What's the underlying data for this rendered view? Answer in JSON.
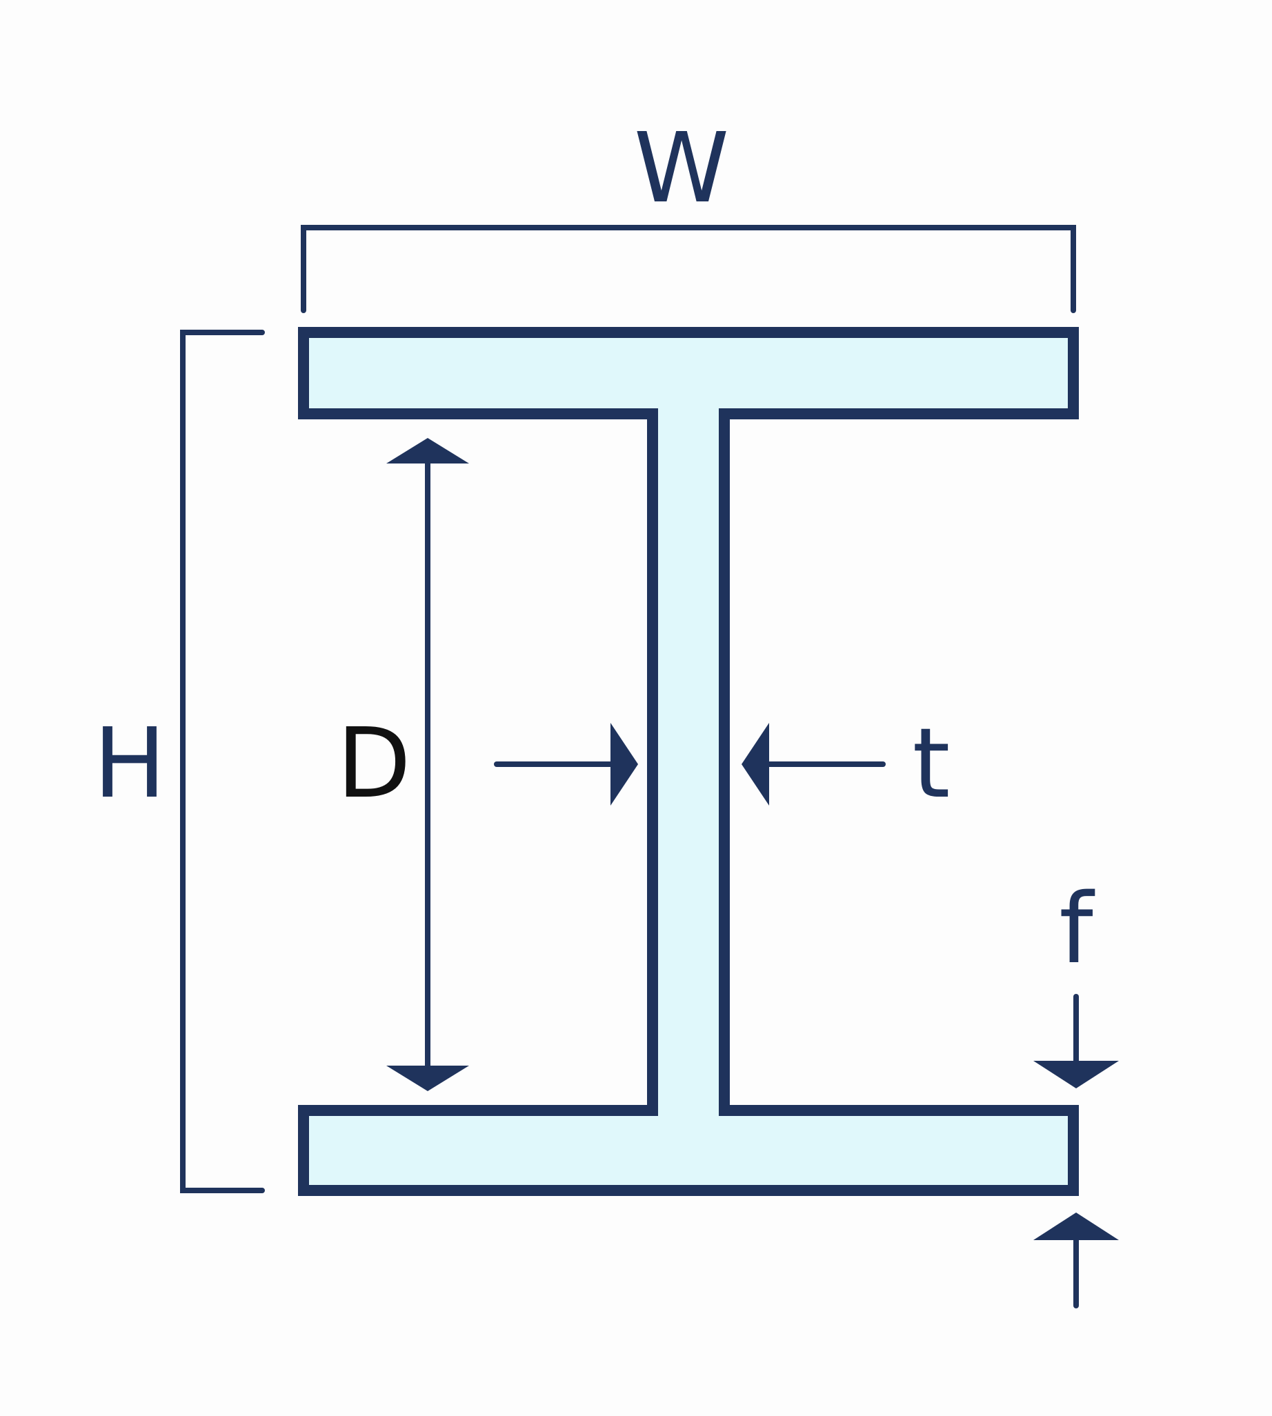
{
  "diagram": {
    "colors": {
      "outline": "#1f335c",
      "fill": "#e0f8fb",
      "background": "#fdfdfd",
      "label_d": "#111111"
    },
    "labels": {
      "width": "W",
      "height": "H",
      "depth": "D",
      "web_thickness": "t",
      "flange_thickness": "f"
    }
  }
}
